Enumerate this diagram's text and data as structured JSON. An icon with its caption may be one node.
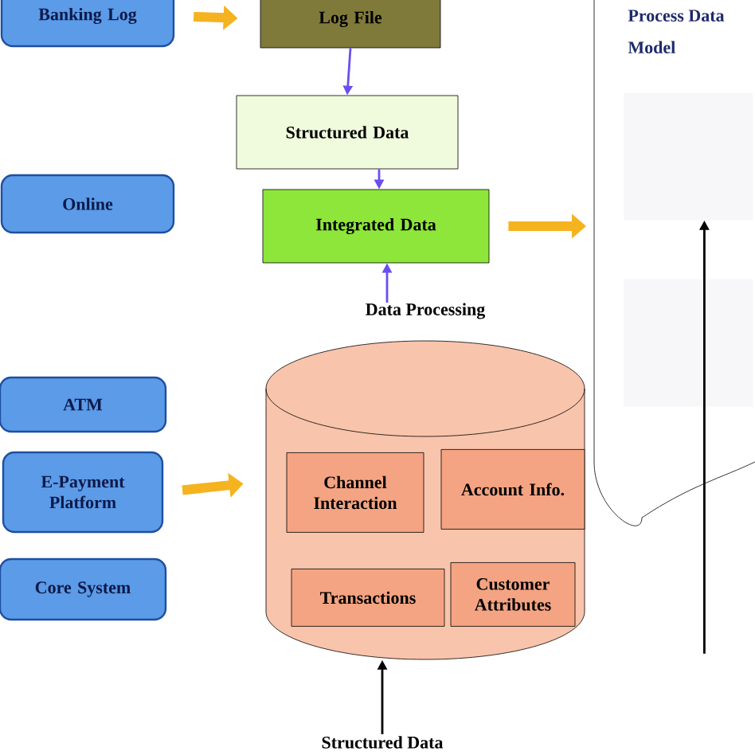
{
  "diagram": {
    "nodes": [
      {
        "text": [
          "Banking Log"
        ]
      },
      {
        "text": [
          "Log File"
        ]
      },
      {
        "text": [
          "Structured Data"
        ]
      },
      {
        "text": [
          "Integrated Data"
        ]
      },
      {
        "text": [
          "Online"
        ]
      },
      {
        "text": [
          "ATM"
        ]
      },
      {
        "text": [
          "E-Payment Platform"
        ]
      },
      {
        "text": [
          "Core System"
        ]
      },
      {
        "text": [
          "Data Processing"
        ]
      },
      {
        "text": [
          "Channel Interaction"
        ],
        "in": 8
      },
      {
        "text": [
          "Account Info."
        ],
        "in": 8
      },
      {
        "text": [
          "Transactions"
        ],
        "in": 8
      },
      {
        "text": [
          "Customer Attributes"
        ],
        "in": 8
      },
      {
        "text": [
          "Process Data Model"
        ]
      },
      {
        "text": [],
        "shape": "box",
        "in": 13
      },
      {
        "text": [],
        "shape": "box",
        "in": 13
      },
      {
        "text": [
          "Structured Data"
        ]
      }
    ],
    "edges": [
      {
        "from": 0,
        "to": 1,
        "arrow": "to",
        "style": "thick",
        "color": "#f5b320"
      },
      {
        "from": 1,
        "to": 2,
        "arrow": "to",
        "color": "#6a4ff0"
      },
      {
        "from": 2,
        "to": 3,
        "arrow": "to",
        "color": "#6a4ff0"
      },
      {
        "from": 8,
        "to": 3,
        "arrow": "to",
        "color": "#6a4ff0"
      },
      {
        "from": 6,
        "to": 8,
        "arrow": "to",
        "style": "thick",
        "color": "#f5b320"
      },
      {
        "from": 3,
        "to": 13,
        "arrow": "to",
        "style": "thick",
        "color": "#f5b320"
      },
      {
        "from": 16,
        "to": 8,
        "arrow": "to",
        "color": "#000000"
      },
      {
        "from": null,
        "to": 14,
        "arrow": "to",
        "color": "#000000"
      }
    ]
  }
}
